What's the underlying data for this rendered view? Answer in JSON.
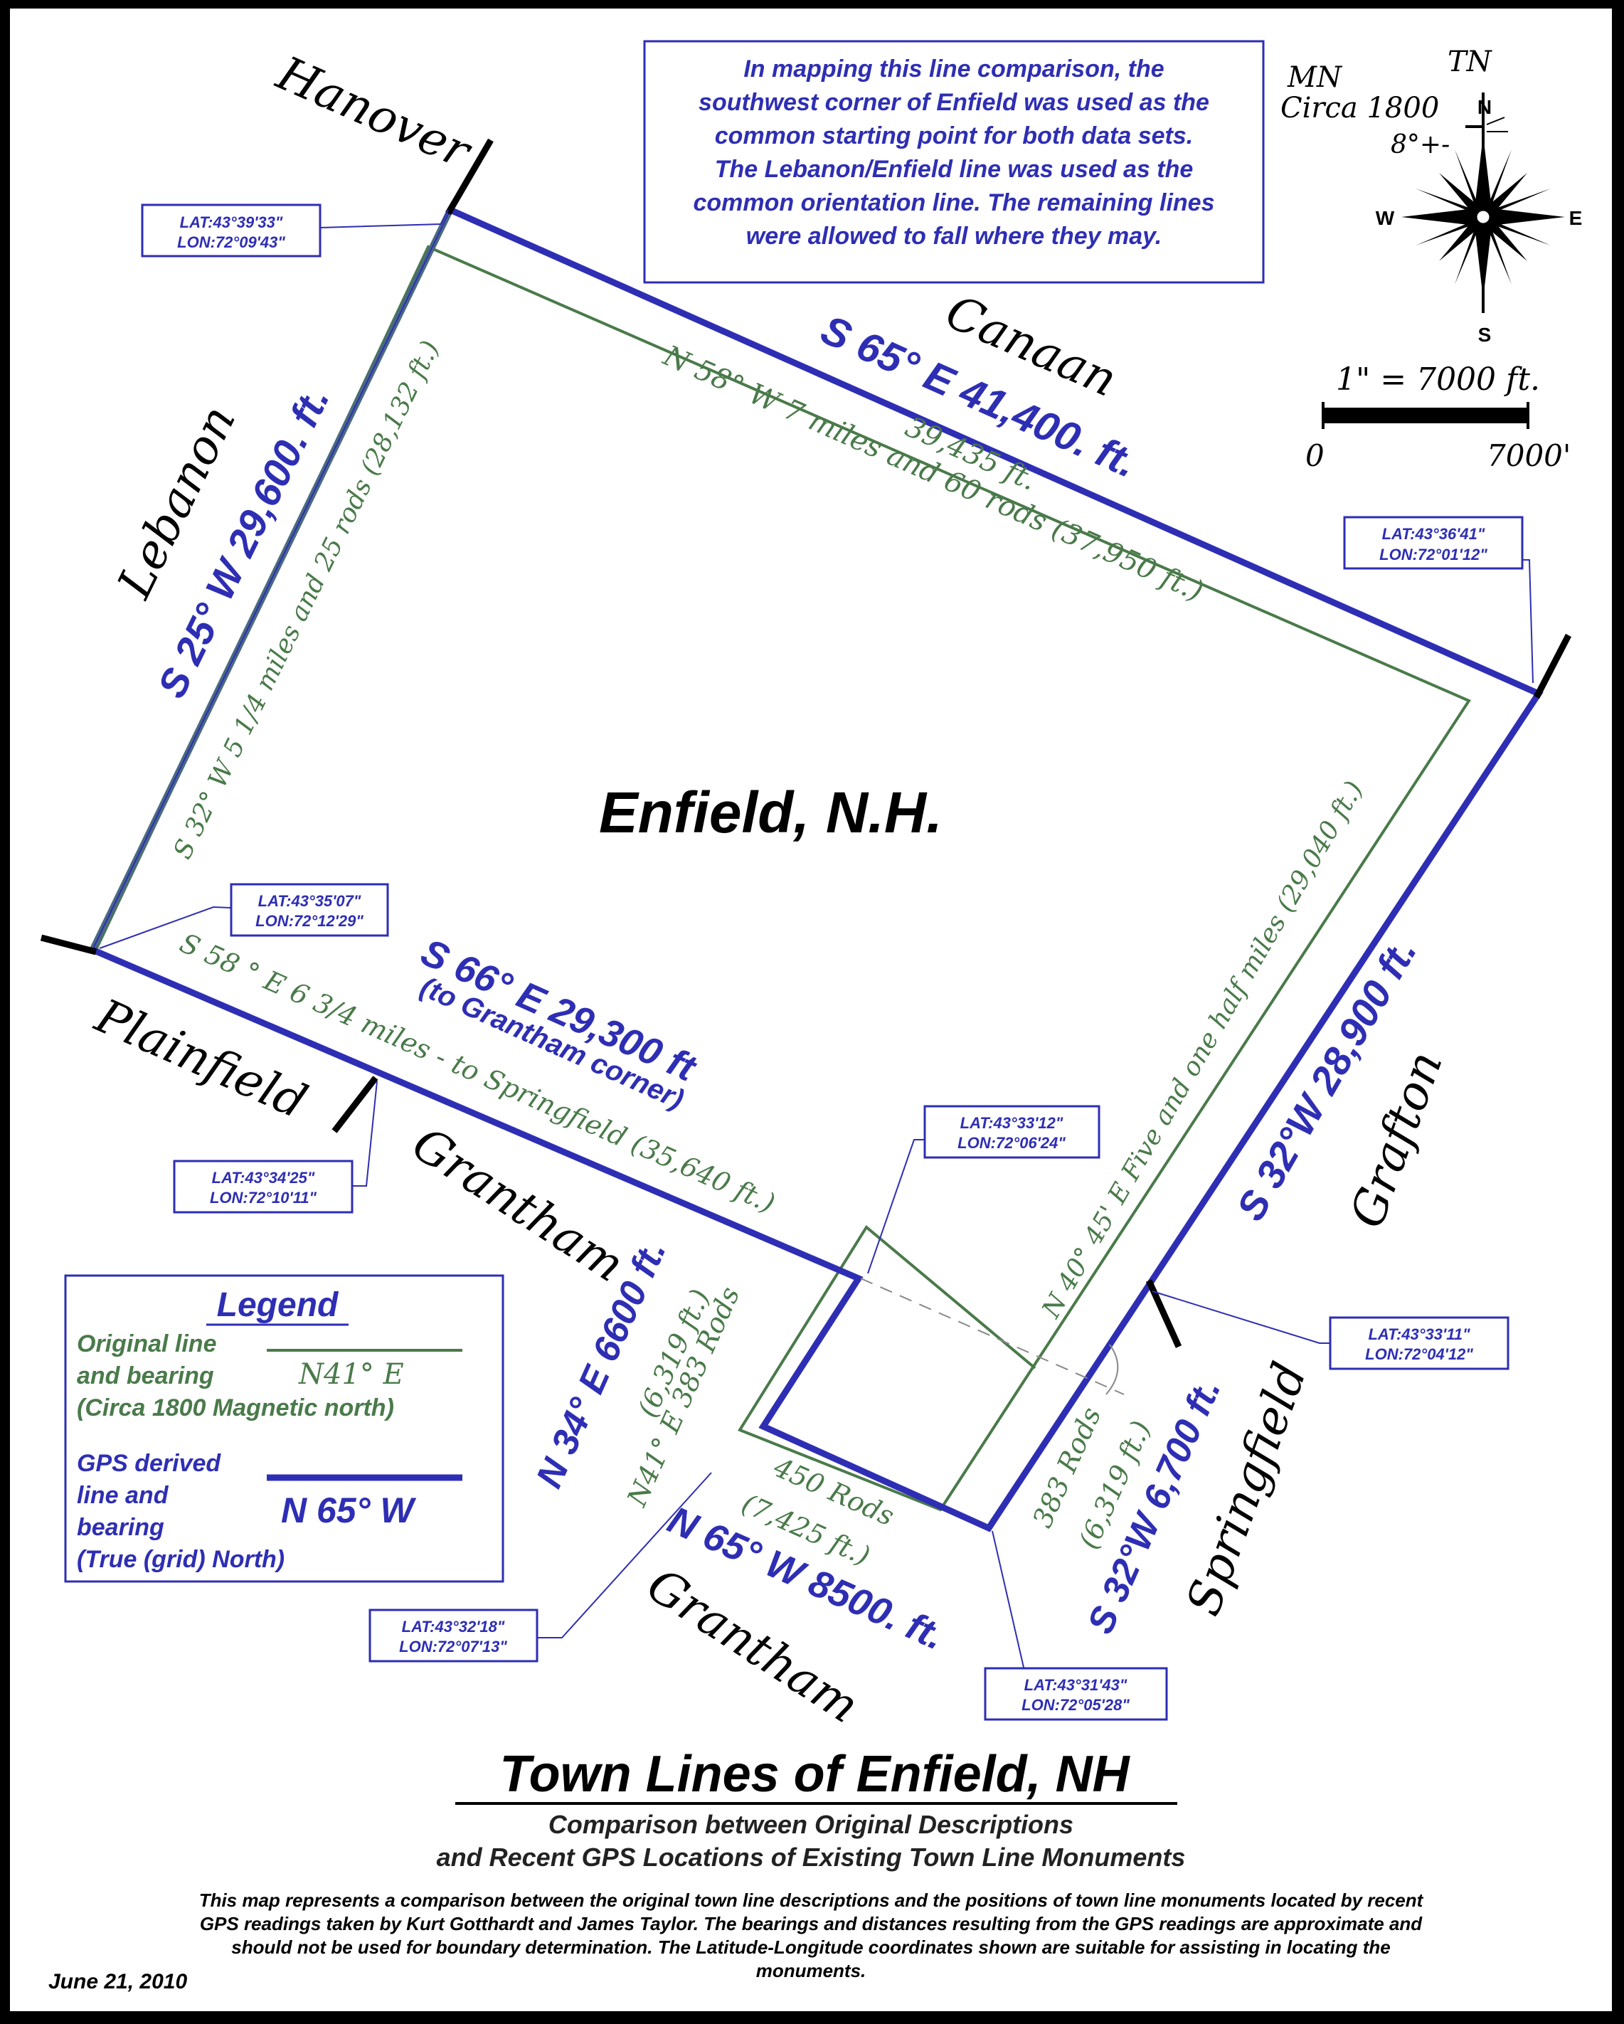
{
  "colors": {
    "gps_line": "#2e2eb4",
    "original_line": "#4a7a4a",
    "lebanon_line": "#4a6a80",
    "monument": "#000000",
    "callout": "#2e2eb4"
  },
  "note": [
    "In mapping this line comparison, the",
    "southwest corner of Enfield was used as the",
    "common starting point for both data sets.",
    "The Lebanon/Enfield line was used as the",
    "common orientation line. The remaining lines",
    "were allowed to fall where they may."
  ],
  "compass": {
    "mn": "MN",
    "tn": "TN",
    "circa": "Circa 1800",
    "declination": "8°+-",
    "n": "N",
    "e": "E",
    "s": "S",
    "w": "W"
  },
  "scale": {
    "ratio": "1\" = 7000 ft.",
    "zero": "0",
    "max": "7000'"
  },
  "center_label": "Enfield, N.H.",
  "towns": {
    "hanover": "Hanover",
    "canaan": "Canaan",
    "lebanon": "Lebanon",
    "plainfield": "Plainfield",
    "grantham_1": "Grantham",
    "grantham_2": "Grantham",
    "grafton": "Grafton",
    "springfield": "Springfield"
  },
  "gps_labels": {
    "north": "S 65° E   41,400. ft.",
    "west": "S 25° W 29,600. ft.",
    "south_1": "S 66° E 29,300 ft",
    "south_2": "(to Grantham corner)",
    "east": "S 32°W  28,900 ft.",
    "notch_w": "N 34° E 6600 ft.",
    "notch_s": "N 65° W 8500. ft.",
    "notch_e": "S 32°W  6,700 ft."
  },
  "orig_labels": {
    "north_1": "39,435 ft.",
    "north_2": "N 58° W  7 miles and  60 rods (37,950 ft.)",
    "west": "S 32° W  5 1/4 miles and 25 rods (28,132 ft.)",
    "south": "S 58 ° E  6 3/4 miles - to Springfield (35,640 ft.)",
    "east": "N 40° 45' E  Five and one half miles (29,040 ft.)",
    "notch_w_1": "(6,319 ft.)",
    "notch_w_2": "N41° E 383 Rods",
    "notch_s_1": "450 Rods",
    "notch_s_2": "(7,425 ft.)",
    "notch_e_1": "383 Rods",
    "notch_e_2": "(6,319 ft.)"
  },
  "monuments": [
    {
      "lat": "LAT:43°39'33\"",
      "lon": "LON:72°09'43\""
    },
    {
      "lat": "LAT:43°36'41\"",
      "lon": "LON:72°01'12\""
    },
    {
      "lat": "LAT:43°35'07\"",
      "lon": "LON:72°12'29\""
    },
    {
      "lat": "LAT:43°33'12\"",
      "lon": "LON:72°06'24\""
    },
    {
      "lat": "LAT:43°34'25\"",
      "lon": "LON:72°10'11\""
    },
    {
      "lat": "LAT:43°33'11\"",
      "lon": "LON:72°04'12\""
    },
    {
      "lat": "LAT:43°32'18\"",
      "lon": "LON:72°07'13\""
    },
    {
      "lat": "LAT:43°31'43\"",
      "lon": "LON:72°05'28\""
    }
  ],
  "legend": {
    "title": "Legend",
    "orig_text": [
      "Original line",
      "and bearing",
      "(Circa 1800 Magnetic north)"
    ],
    "orig_sample": "N41° E",
    "gps_text": [
      "GPS derived",
      "line and",
      "bearing",
      "(True (grid) North)"
    ],
    "gps_sample": "N 65° W"
  },
  "title": "Town Lines of Enfield, NH",
  "subtitle": [
    "Comparison between  Original Descriptions",
    "and Recent GPS Locations of Existing Town Line Monuments"
  ],
  "disclaimer": [
    "This map represents a comparison between the original town line descriptions and the positions of town line monuments  located by recent",
    "GPS readings taken by Kurt Gotthardt and James Taylor. The bearings and distances resulting from the GPS readings are approximate and",
    "should not be used for boundary determination. The Latitude-Longitude coordinates shown are suitable for assisting in locating the",
    "monuments."
  ],
  "date": "June 21, 2010"
}
